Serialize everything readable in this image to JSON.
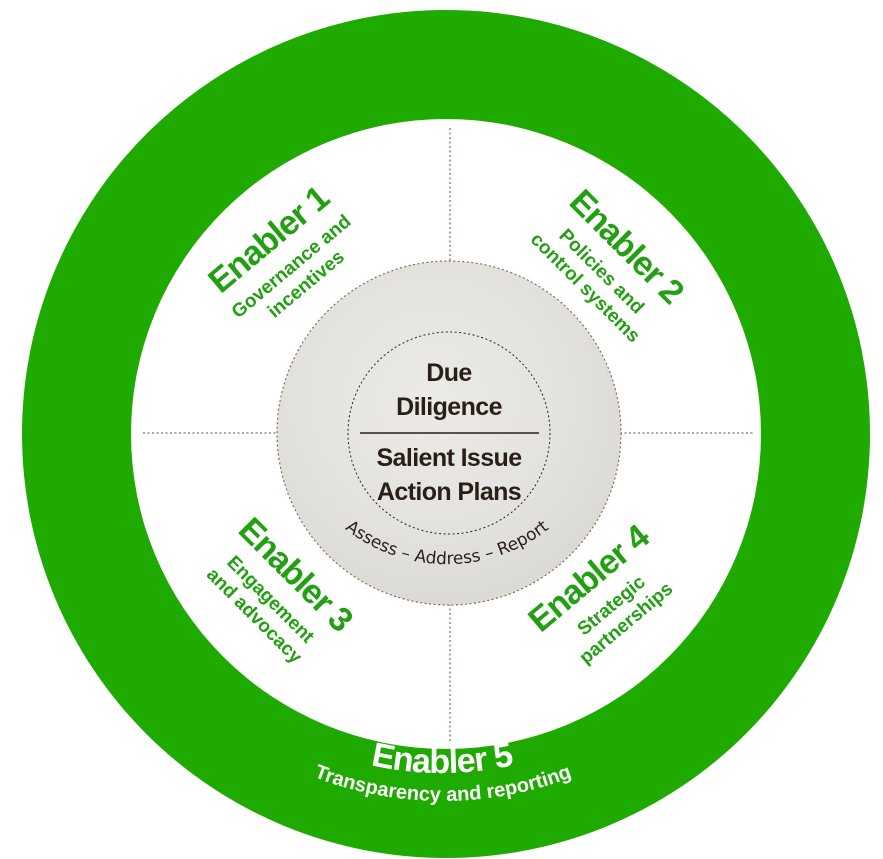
{
  "colors": {
    "green": "#1faa00",
    "enabler_text": "#22a012",
    "core_text": "#2a1f17",
    "divider": "#8a6a58",
    "core_fill": "#e6e5e2",
    "background": "#ffffff"
  },
  "outer_ring": {
    "title": "Enabler 5",
    "subtitle": "Transparency and reporting"
  },
  "quadrants": [
    {
      "id": "enabler-1",
      "title": "Enabler 1",
      "lines": [
        "Governance and",
        "incentives"
      ]
    },
    {
      "id": "enabler-2",
      "title": "Enabler 2",
      "lines": [
        "Policies and",
        "control systems"
      ]
    },
    {
      "id": "enabler-3",
      "title": "Enabler 3",
      "lines": [
        "Engagement",
        "and advocacy"
      ]
    },
    {
      "id": "enabler-4",
      "title": "Enabler 4",
      "lines": [
        "Strategic",
        "partnerships"
      ]
    }
  ],
  "core": {
    "top_lines": [
      "Due",
      "Diligence"
    ],
    "bottom_lines": [
      "Salient Issue",
      "Action Plans"
    ],
    "arc_text": "Assess – Address – Report"
  }
}
